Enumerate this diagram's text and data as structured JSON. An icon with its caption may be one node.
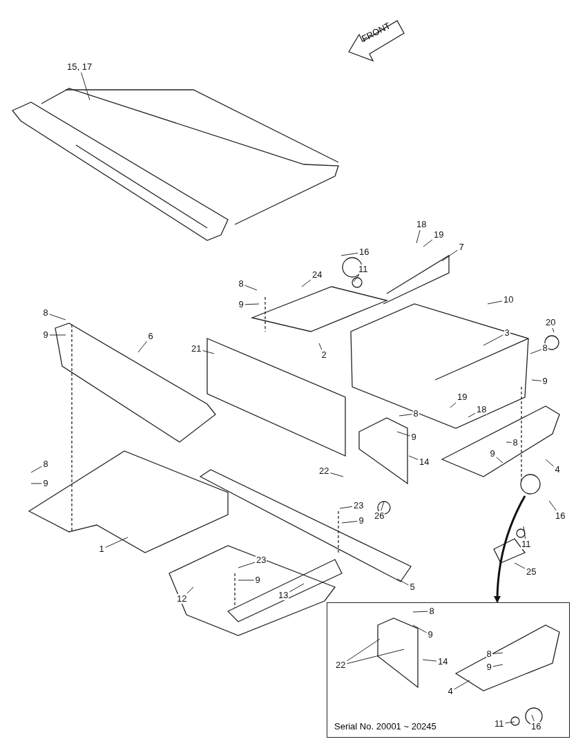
{
  "diagram": {
    "nodes": [
      {
        "text": [
          "15, 17"
        ]
      },
      {
        "text": [
          "18"
        ]
      },
      {
        "text": [
          "19"
        ]
      },
      {
        "text": [
          "16"
        ]
      },
      {
        "text": [
          "7"
        ]
      },
      {
        "text": [
          "11"
        ]
      },
      {
        "text": [
          "8"
        ]
      },
      {
        "text": [
          "24"
        ]
      },
      {
        "text": [
          "10"
        ]
      },
      {
        "text": [
          "9"
        ]
      },
      {
        "text": [
          "8"
        ]
      },
      {
        "text": [
          "9"
        ]
      },
      {
        "text": [
          "6"
        ]
      },
      {
        "text": [
          "21"
        ]
      },
      {
        "text": [
          "3"
        ]
      },
      {
        "text": [
          "20"
        ]
      },
      {
        "text": [
          "2"
        ]
      },
      {
        "text": [
          "8"
        ]
      },
      {
        "text": [
          "9"
        ]
      },
      {
        "text": [
          "19"
        ]
      },
      {
        "text": [
          "18"
        ]
      },
      {
        "text": [
          "8"
        ]
      },
      {
        "text": [
          "9"
        ]
      },
      {
        "text": [
          "8"
        ]
      },
      {
        "text": [
          "9"
        ]
      },
      {
        "text": [
          "14"
        ]
      },
      {
        "text": [
          "4"
        ]
      },
      {
        "text": [
          "8"
        ]
      },
      {
        "text": [
          "9"
        ]
      },
      {
        "text": [
          "22"
        ]
      },
      {
        "text": [
          "23"
        ]
      },
      {
        "text": [
          "26"
        ]
      },
      {
        "text": [
          "16"
        ]
      },
      {
        "text": [
          "9"
        ]
      },
      {
        "text": [
          "11"
        ]
      },
      {
        "text": [
          "1"
        ]
      },
      {
        "text": [
          "23"
        ]
      },
      {
        "text": [
          "25"
        ]
      },
      {
        "text": [
          "5"
        ]
      },
      {
        "text": [
          "9"
        ]
      },
      {
        "text": [
          "13"
        ]
      },
      {
        "text": [
          "12"
        ]
      },
      {
        "text": [
          "Serial No. 20001 ~ 20245"
        ]
      },
      {
        "text": [
          "8"
        ],
        "in": 42
      },
      {
        "text": [
          "9"
        ],
        "in": 42
      },
      {
        "text": [
          "22"
        ],
        "in": 42
      },
      {
        "text": [
          "14"
        ],
        "in": 42
      },
      {
        "text": [
          "8"
        ],
        "in": 42
      },
      {
        "text": [
          "9"
        ],
        "in": 42
      },
      {
        "text": [
          "4"
        ],
        "in": 42
      },
      {
        "text": [
          "11"
        ],
        "in": 42
      },
      {
        "text": [
          "16"
        ],
        "in": 42
      }
    ],
    "edges": [
      {
        "from": 0,
        "to": null,
        "arrow": "none"
      },
      {
        "from": 1,
        "to": null,
        "arrow": "none"
      },
      {
        "from": 2,
        "to": null,
        "arrow": "none"
      },
      {
        "from": 3,
        "to": null,
        "arrow": "none"
      },
      {
        "from": 4,
        "to": null,
        "arrow": "none"
      },
      {
        "from": 5,
        "to": null,
        "arrow": "none"
      },
      {
        "from": 6,
        "to": null,
        "arrow": "none"
      },
      {
        "from": 7,
        "to": null,
        "arrow": "none"
      },
      {
        "from": 8,
        "to": null,
        "arrow": "none"
      },
      {
        "from": 9,
        "to": null,
        "arrow": "none"
      },
      {
        "from": 10,
        "to": null,
        "arrow": "none"
      },
      {
        "from": 11,
        "to": null,
        "arrow": "none"
      },
      {
        "from": 12,
        "to": null,
        "arrow": "none"
      },
      {
        "from": 13,
        "to": null,
        "arrow": "none"
      },
      {
        "from": 14,
        "to": null,
        "arrow": "none"
      },
      {
        "from": 15,
        "to": null,
        "arrow": "none"
      },
      {
        "from": 16,
        "to": null,
        "arrow": "none"
      },
      {
        "from": 17,
        "to": null,
        "arrow": "none"
      },
      {
        "from": 18,
        "to": null,
        "arrow": "none"
      },
      {
        "from": 19,
        "to": null,
        "arrow": "none"
      },
      {
        "from": 20,
        "to": null,
        "arrow": "none"
      },
      {
        "from": 21,
        "to": null,
        "arrow": "none"
      },
      {
        "from": 22,
        "to": null,
        "arrow": "none"
      },
      {
        "from": 23,
        "to": null,
        "arrow": "none"
      },
      {
        "from": 24,
        "to": null,
        "arrow": "none"
      },
      {
        "from": 25,
        "to": null,
        "arrow": "none"
      },
      {
        "from": 26,
        "to": null,
        "arrow": "none"
      },
      {
        "from": 27,
        "to": null,
        "arrow": "none"
      },
      {
        "from": 28,
        "to": null,
        "arrow": "none"
      },
      {
        "from": 29,
        "to": null,
        "arrow": "none"
      },
      {
        "from": 30,
        "to": null,
        "arrow": "none"
      },
      {
        "from": 31,
        "to": null,
        "arrow": "none"
      },
      {
        "from": 32,
        "to": null,
        "arrow": "none"
      },
      {
        "from": 33,
        "to": null,
        "arrow": "none"
      },
      {
        "from": 34,
        "to": null,
        "arrow": "none"
      },
      {
        "from": 35,
        "to": null,
        "arrow": "none"
      },
      {
        "from": 36,
        "to": null,
        "arrow": "none"
      },
      {
        "from": 37,
        "to": null,
        "arrow": "none"
      },
      {
        "from": 38,
        "to": null,
        "arrow": "none"
      },
      {
        "from": 39,
        "to": null,
        "arrow": "none"
      },
      {
        "from": 40,
        "to": null,
        "arrow": "none"
      },
      {
        "from": 41,
        "to": null,
        "arrow": "none"
      },
      {
        "from": 43,
        "to": null,
        "arrow": "none"
      },
      {
        "from": 44,
        "to": null,
        "arrow": "none"
      },
      {
        "from": 45,
        "to": null,
        "arrow": "none"
      },
      {
        "from": 46,
        "to": null,
        "arrow": "none"
      },
      {
        "from": 47,
        "to": null,
        "arrow": "none"
      },
      {
        "from": 48,
        "to": null,
        "arrow": "none"
      },
      {
        "from": 49,
        "to": null,
        "arrow": "none"
      },
      {
        "from": 50,
        "to": null,
        "arrow": "none"
      },
      {
        "from": 51,
        "to": null,
        "arrow": "none"
      },
      {
        "from": 45,
        "to": null,
        "arrow": "none"
      },
      {
        "from": null,
        "to": 42,
        "arrow": "to",
        "style": "thick"
      }
    ],
    "labels": [
      "FRONT"
    ]
  }
}
